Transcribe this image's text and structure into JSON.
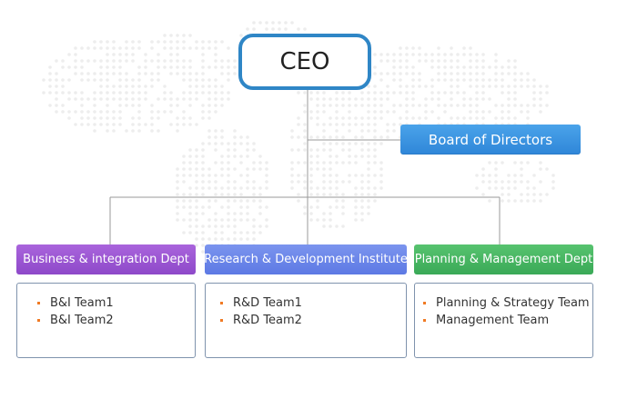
{
  "org_chart": {
    "ceo": {
      "label": "CEO"
    },
    "board": {
      "label": "Board of Directors"
    },
    "departments": [
      {
        "label": "Business & integration Dept",
        "teams": [
          "B&I Team1",
          "B&I Team2"
        ]
      },
      {
        "label": "Research & Development Institute",
        "teams": [
          "R&D Team1",
          "R&D Team2"
        ]
      },
      {
        "label": "Planning & Management Dept",
        "teams": [
          "Planning & Strategy Team",
          "Management Team"
        ]
      }
    ]
  },
  "colors": {
    "ceo_border": "#2f86c6",
    "board": "#3a95e0",
    "dept_1": "#9b56d2",
    "dept_2": "#6d86ea",
    "dept_3": "#48b663",
    "bullet": "#f07a24",
    "connector": "#999999"
  }
}
